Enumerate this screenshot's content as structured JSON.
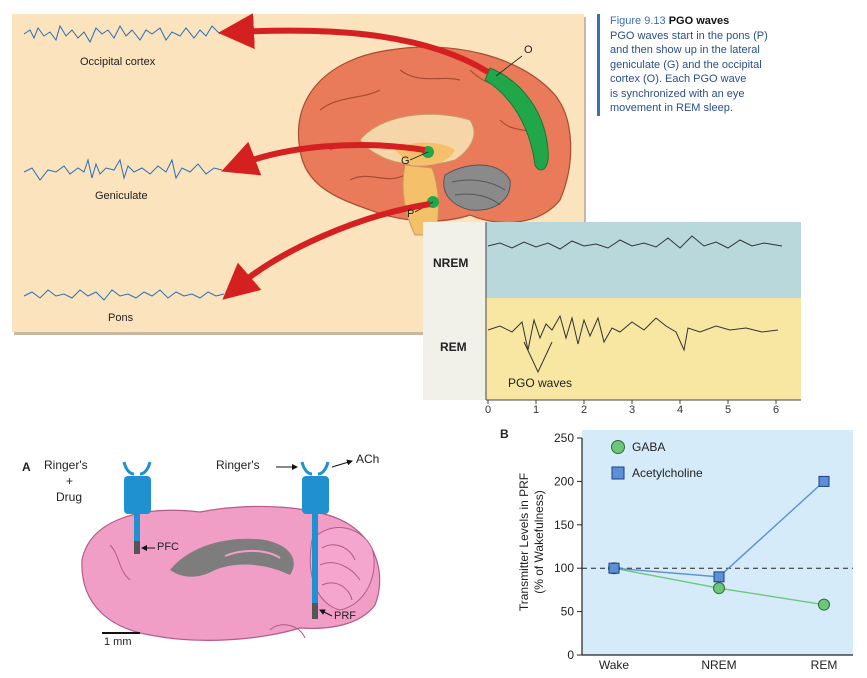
{
  "pgo_figure": {
    "traces": {
      "occipital": "Occipital cortex",
      "geniculate": "Geniculate",
      "pons": "Pons"
    },
    "brain_labels": {
      "o": "O",
      "g": "G",
      "p": "P"
    },
    "caption": {
      "number": "Figure 9.13",
      "title": "PGO waves",
      "lines": [
        "PGO waves start in the pons (P)",
        "and then show up in the lateral",
        "geniculate (G) and the occipital",
        "cortex (O). Each PGO wave",
        "is synchronized with an eye",
        "movement in REM sleep."
      ]
    }
  },
  "sleep_eeg": {
    "nrem_label": "NREM",
    "rem_label": "REM",
    "pgo_label": "PGO waves",
    "x_ticks": [
      "0",
      "1",
      "2",
      "3",
      "4",
      "5",
      "6"
    ]
  },
  "panel_a": {
    "letter": "A",
    "left_pump": [
      "Ringer's",
      "+",
      "Drug"
    ],
    "right_pump_in": "Ringer's",
    "right_pump_out": "ACh",
    "pfc": "PFC",
    "prf": "PRF",
    "scale": "1 mm"
  },
  "chart_data": {
    "type": "line",
    "panel_letter": "B",
    "categories": [
      "Wake",
      "NREM",
      "REM"
    ],
    "series": [
      {
        "name": "GABA",
        "values": [
          100,
          77,
          58
        ],
        "color": "#6cc77a",
        "marker": "circle"
      },
      {
        "name": "Acetylcholine",
        "values": [
          100,
          90,
          200
        ],
        "color": "#5b8fd6",
        "marker": "square"
      }
    ],
    "reference_line": 100,
    "ylabel_lines": [
      "Transmitter Levels in PRF",
      "(% of Wakefulness)"
    ],
    "ylim": [
      0,
      250
    ],
    "yticks": [
      0,
      50,
      100,
      150,
      200,
      250
    ],
    "grid": false,
    "legend": "top-left"
  }
}
